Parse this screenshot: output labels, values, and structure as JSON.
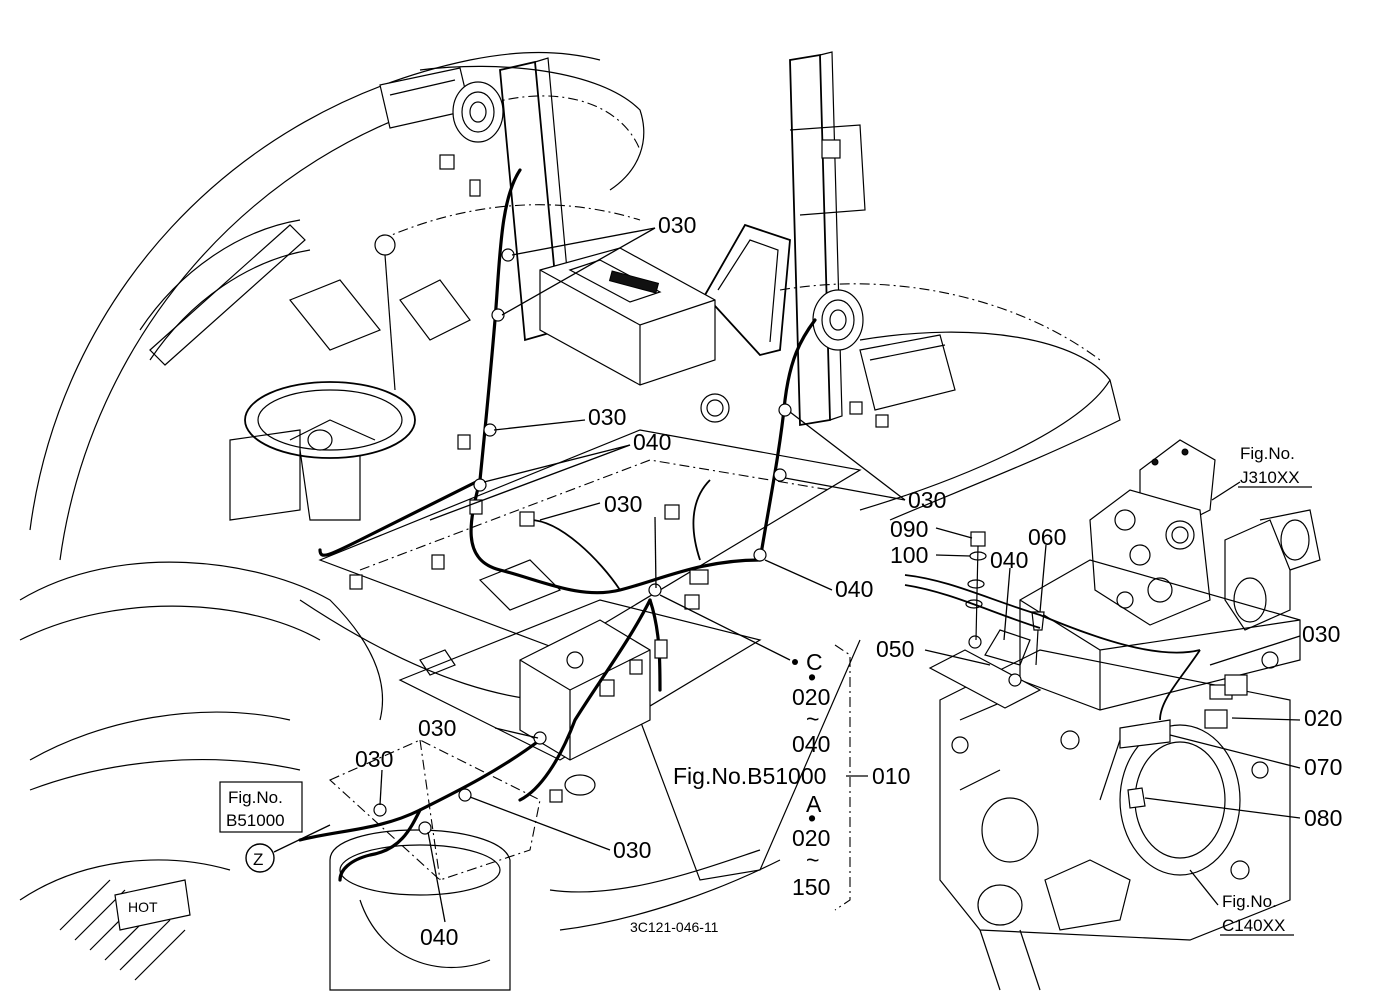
{
  "diagram": {
    "drawing_code": "3C121-046-11",
    "callouts": {
      "c030_top": "030",
      "c030_mid_left": "030",
      "c040_mid": "040",
      "c030_center": "030",
      "c030_right": "030",
      "c040_right": "040",
      "c030_lower_mid": "030",
      "c030_lower_left": "030",
      "c030_bottom": "030",
      "c040_bottom": "040",
      "c010": "010"
    },
    "reference_block": {
      "c_marker": "C",
      "dot1": "•",
      "c_from": "020",
      "tilde1": "~",
      "c_to": "040",
      "fig_ref": "Fig.No.B51000",
      "a_marker": "A",
      "dot2": "•",
      "a_from": "020",
      "tilde2": "~",
      "a_to": "150"
    },
    "left_ref": {
      "line1": "Fig.No.",
      "line2": "B51000",
      "marker": "Z"
    },
    "hot_plate": "HOT",
    "detail": {
      "fig_top_line1": "Fig.No.",
      "fig_top_line2": "J310XX",
      "fig_bottom_line1": "Fig.No.",
      "fig_bottom_line2": "C140XX",
      "c090": "090",
      "c100": "100",
      "c040": "040",
      "c060": "060",
      "c050": "050",
      "c030": "030",
      "c020": "020",
      "c070": "070",
      "c080": "080"
    }
  }
}
